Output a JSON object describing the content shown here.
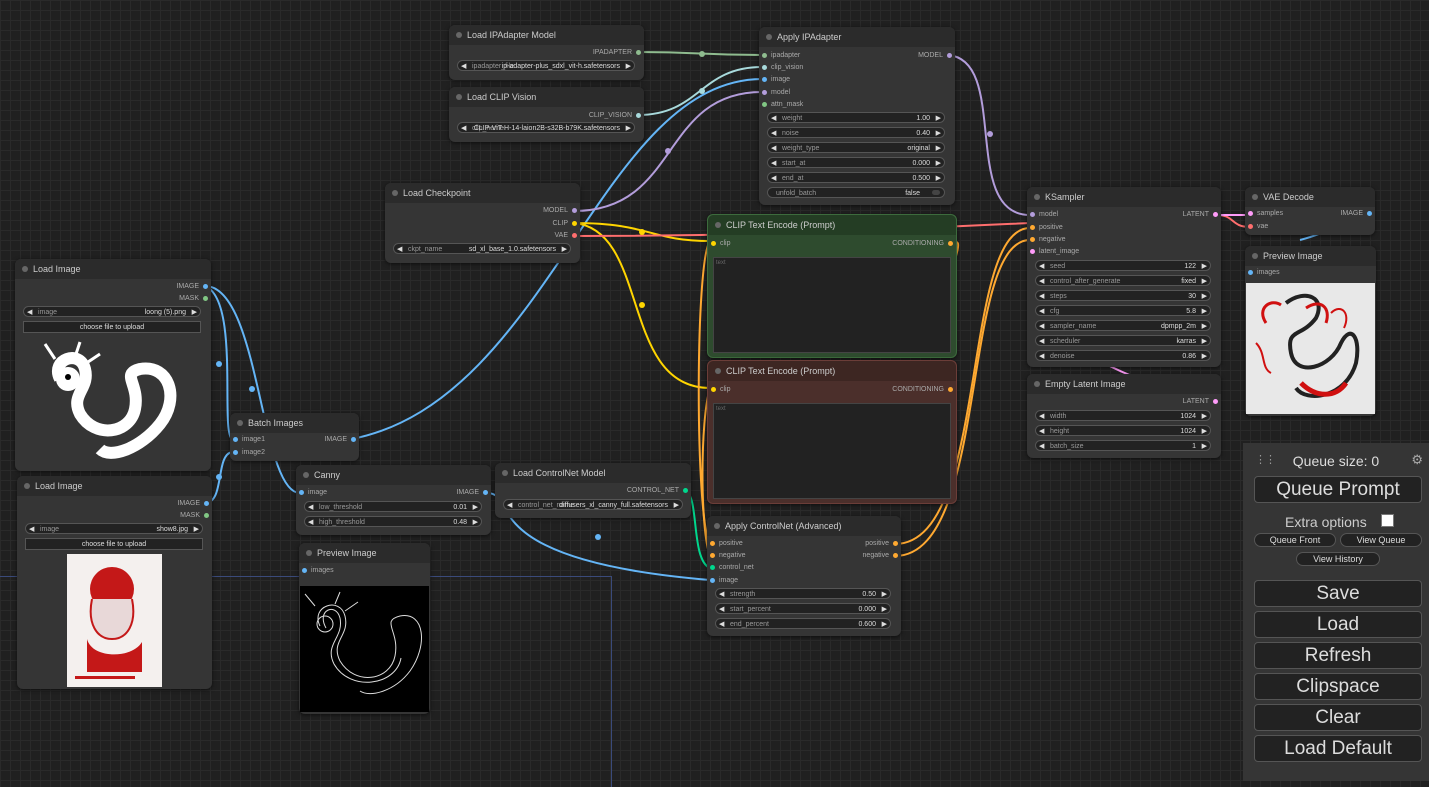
{
  "nodes": {
    "ipadapter_model": {
      "title": "Load IPAdapter Model",
      "out": "IPADAPTER",
      "widget_label": "ipadapter_file",
      "widget_value": "ip-adapter-plus_sdxl_vit-h.safetensors"
    },
    "clip_vision": {
      "title": "Load CLIP Vision",
      "out": "CLIP_VISION",
      "widget_label": "clip_name",
      "widget_value": "CLIP-ViT-H-14-laion2B-s32B-b79K.safetensors"
    },
    "apply_ipadapter": {
      "title": "Apply IPAdapter",
      "inputs": [
        "ipadapter",
        "clip_vision",
        "image",
        "model",
        "attn_mask"
      ],
      "out": "MODEL",
      "widgets": [
        {
          "label": "weight",
          "value": "1.00"
        },
        {
          "label": "noise",
          "value": "0.40"
        },
        {
          "label": "weight_type",
          "value": "original"
        },
        {
          "label": "start_at",
          "value": "0.000"
        },
        {
          "label": "end_at",
          "value": "0.500"
        }
      ],
      "toggle": {
        "label": "unfold_batch",
        "value": "false"
      }
    },
    "load_checkpoint": {
      "title": "Load Checkpoint",
      "outs": [
        "MODEL",
        "CLIP",
        "VAE"
      ],
      "widget_label": "ckpt_name",
      "widget_value": "sd_xl_base_1.0.safetensors"
    },
    "clip_pos": {
      "title": "CLIP Text Encode (Prompt)",
      "in": "clip",
      "out": "CONDITIONING",
      "placeholder": "text"
    },
    "clip_neg": {
      "title": "CLIP Text Encode (Prompt)",
      "in": "clip",
      "out": "CONDITIONING",
      "placeholder": "text"
    },
    "ksampler": {
      "title": "KSampler",
      "inputs": [
        "model",
        "positive",
        "negative",
        "latent_image"
      ],
      "out": "LATENT",
      "widgets": [
        {
          "label": "seed",
          "value": "122"
        },
        {
          "label": "control_after_generate",
          "value": "fixed"
        },
        {
          "label": "steps",
          "value": "30"
        },
        {
          "label": "cfg",
          "value": "5.8"
        },
        {
          "label": "sampler_name",
          "value": "dpmpp_2m"
        },
        {
          "label": "scheduler",
          "value": "karras"
        },
        {
          "label": "denoise",
          "value": "0.86"
        }
      ]
    },
    "vae_decode": {
      "title": "VAE Decode",
      "inputs": [
        "samples",
        "vae"
      ],
      "out": "IMAGE"
    },
    "preview_right": {
      "title": "Preview Image",
      "in": "images"
    },
    "empty_latent": {
      "title": "Empty Latent Image",
      "out": "LATENT",
      "widgets": [
        {
          "label": "width",
          "value": "1024"
        },
        {
          "label": "height",
          "value": "1024"
        },
        {
          "label": "batch_size",
          "value": "1"
        }
      ]
    },
    "load_image_1": {
      "title": "Load Image",
      "outs": [
        "IMAGE",
        "MASK"
      ],
      "widget_label": "image",
      "widget_value": "loong (5).png",
      "upload": "choose file to upload"
    },
    "load_image_2": {
      "title": "Load Image",
      "outs": [
        "IMAGE",
        "MASK"
      ],
      "widget_label": "image",
      "widget_value": "show8.jpg",
      "upload": "choose file to upload"
    },
    "batch_images": {
      "title": "Batch Images",
      "inputs": [
        "image1",
        "image2"
      ],
      "out": "IMAGE"
    },
    "canny": {
      "title": "Canny",
      "in": "image",
      "out": "IMAGE",
      "widgets": [
        {
          "label": "low_threshold",
          "value": "0.01"
        },
        {
          "label": "high_threshold",
          "value": "0.48"
        }
      ]
    },
    "controlnet_loader": {
      "title": "Load ControlNet Model",
      "out": "CONTROL_NET",
      "widget_label": "control_net_name",
      "widget_value": "diffusers_xl_canny_full.safetensors"
    },
    "preview_mid": {
      "title": "Preview Image",
      "in": "images"
    },
    "apply_controlnet": {
      "title": "Apply ControlNet (Advanced)",
      "inputs": [
        "positive",
        "negative",
        "control_net",
        "image"
      ],
      "outs": [
        "positive",
        "negative"
      ],
      "widgets": [
        {
          "label": "strength",
          "value": "0.50"
        },
        {
          "label": "start_percent",
          "value": "0.000"
        },
        {
          "label": "end_percent",
          "value": "0.600"
        }
      ]
    }
  },
  "queue_panel": {
    "queue_size": "Queue size: 0",
    "queue_prompt": "Queue Prompt",
    "extra_options": "Extra options",
    "queue_front": "Queue Front",
    "view_queue": "View Queue",
    "view_history": "View History",
    "buttons": [
      "Save",
      "Load",
      "Refresh",
      "Clipspace",
      "Clear",
      "Load Default"
    ]
  },
  "colors": {
    "model": "#b39ddb",
    "clip": "#ffd500",
    "vae": "#ff6e6e",
    "image": "#64b5f6",
    "conditioning": "#ffa931",
    "latent": "#ff9cf9",
    "ipadapter": "#8fbc8f",
    "clip_vision": "#a8dadc",
    "control_net": "#00d78d",
    "mask": "#81c784"
  }
}
